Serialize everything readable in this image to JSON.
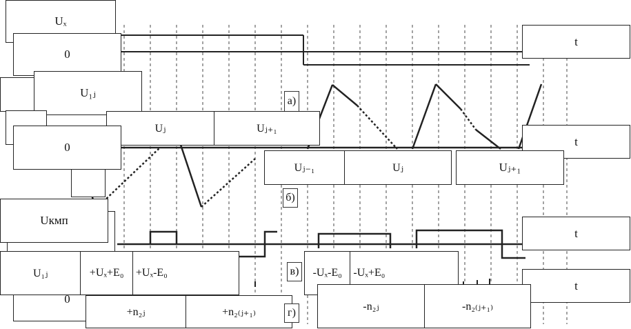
{
  "labels": {
    "ux": "Uₓ",
    "zero_a": "0",
    "t_a": "t",
    "u1j_a": "U₁ⱼ",
    "tag_a": "а)",
    "zero_b": "0",
    "t_b": "t",
    "tag_b": "б)",
    "ukmp": "Uкмп",
    "t_c": "t",
    "tag_c": "в)",
    "zero_d": "0",
    "t_d": "t",
    "tag_d": "г)",
    "u_partial": "U"
  },
  "row_b_top": [
    "Uⱼ",
    "Uⱼ₊₁"
  ],
  "row_b_bottom": [
    "Uⱼ₋₁",
    "Uⱼ",
    "Uⱼ₊₁"
  ],
  "row_c_left": [
    "U₁ⱼ",
    "+Uₓ+E₀",
    "+Uₓ-E₀"
  ],
  "row_c_right": [
    "-Uₓ-E₀",
    "-Uₓ+E₀"
  ],
  "row_d_left": [
    "+n₂ⱼ",
    "+n₂₍ⱼ₊₁₎"
  ],
  "row_d_right": [
    "-n₂ⱼ",
    "-n₂₍ⱼ₊₁₎"
  ]
}
